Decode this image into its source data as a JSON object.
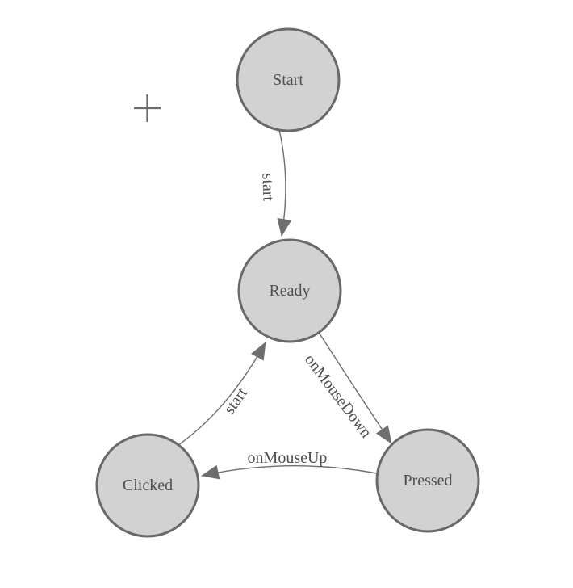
{
  "diagram": {
    "type": "state-machine",
    "nodes": [
      {
        "id": "start",
        "label": "Start"
      },
      {
        "id": "ready",
        "label": "Ready"
      },
      {
        "id": "clicked",
        "label": "Clicked"
      },
      {
        "id": "pressed",
        "label": "Pressed"
      }
    ],
    "edges": [
      {
        "from": "Start",
        "to": "Ready",
        "label": "start"
      },
      {
        "from": "Ready",
        "to": "Pressed",
        "label": "onMouseDown"
      },
      {
        "from": "Clicked",
        "to": "Ready",
        "label": "start"
      },
      {
        "from": "Pressed",
        "to": "Clicked",
        "label": "onMouseUp"
      }
    ]
  },
  "cursor": {
    "type": "crosshair"
  },
  "colors": {
    "background": "#ffffff",
    "node_fill": "#d2d2d2",
    "node_stroke": "#696969",
    "edge_stroke": "#6e6e6e",
    "label_text": "#4f4f4f",
    "cursor": "#6b6b6b"
  }
}
